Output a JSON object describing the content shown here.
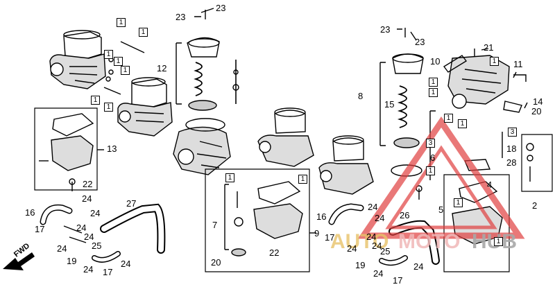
{
  "diagram": {
    "part_numbers": [
      "1",
      "2",
      "3",
      "4",
      "5",
      "6",
      "7",
      "8",
      "9",
      "10",
      "11",
      "12",
      "13",
      "14",
      "15",
      "16",
      "17",
      "18",
      "19",
      "20",
      "21",
      "22",
      "23",
      "24",
      "25",
      "26",
      "27",
      "28"
    ],
    "direction_label": "FWD",
    "watermark": {
      "part1": "AUTO",
      "part2": "MOTO",
      "part3": "HUB"
    }
  }
}
